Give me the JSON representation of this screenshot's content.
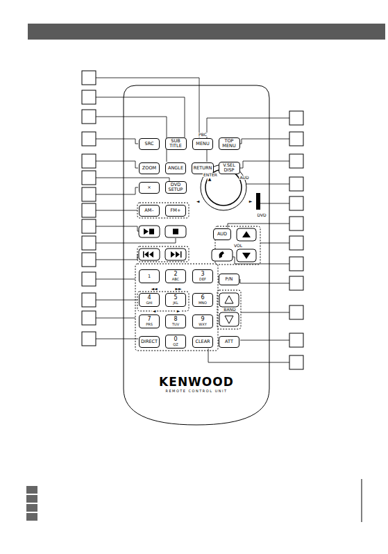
{
  "diagram": {
    "nodes": [
      {
        "text": [
          "KENWOOD",
          "REMOTE CONTROL UNIT"
        ]
      },
      {
        "text": [
          "SRC"
        ],
        "in": 0
      },
      {
        "text": [
          "SUB TITLE"
        ],
        "in": 0
      },
      {
        "text": [
          "MENU"
        ],
        "in": 0
      },
      {
        "text": [
          "TOP MENU"
        ],
        "in": 0
      },
      {
        "text": [
          "ZOOM"
        ],
        "in": 0
      },
      {
        "text": [
          "ANGLE"
        ],
        "in": 0
      },
      {
        "text": [
          "RETURN"
        ],
        "in": 0
      },
      {
        "text": [
          "V.SEL DISP"
        ],
        "in": 0
      },
      {
        "text": [
          "×"
        ],
        "in": 0
      },
      {
        "text": [
          "DVD SETUP"
        ],
        "in": 0
      },
      {
        "text": [
          "AM–"
        ],
        "in": 0
      },
      {
        "text": [
          "FM+"
        ],
        "in": 0
      },
      {
        "text": [
          "AUD"
        ],
        "in": 0
      },
      {
        "text": [
          "1"
        ],
        "in": 0
      },
      {
        "text": [
          "2",
          "ABC"
        ],
        "in": 0
      },
      {
        "text": [
          "3",
          "DEF"
        ],
        "in": 0
      },
      {
        "text": [
          "P/N"
        ],
        "in": 0
      },
      {
        "text": [
          "4",
          "GHI"
        ],
        "in": 0
      },
      {
        "text": [
          "5",
          "JKL"
        ],
        "in": 0
      },
      {
        "text": [
          "6",
          "MNO"
        ],
        "in": 0
      },
      {
        "text": [
          "7",
          "PRS"
        ],
        "in": 0
      },
      {
        "text": [
          "8",
          "TUV"
        ],
        "in": 0
      },
      {
        "text": [
          "9",
          "WXY"
        ],
        "in": 0
      },
      {
        "text": [
          "DIRECT"
        ],
        "in": 0
      },
      {
        "text": [
          "0",
          "QZ"
        ],
        "in": 0
      },
      {
        "text": [
          "CLEAR"
        ],
        "in": 0
      },
      {
        "text": [
          "ATT"
        ],
        "in": 0
      }
    ],
    "labels": [
      "PBC",
      "ENTER",
      "AUD",
      "DVD",
      "VOL",
      "BAND",
      "◄◄",
      "►►",
      "◄",
      "►",
      "▲",
      "◄",
      "►"
    ]
  }
}
